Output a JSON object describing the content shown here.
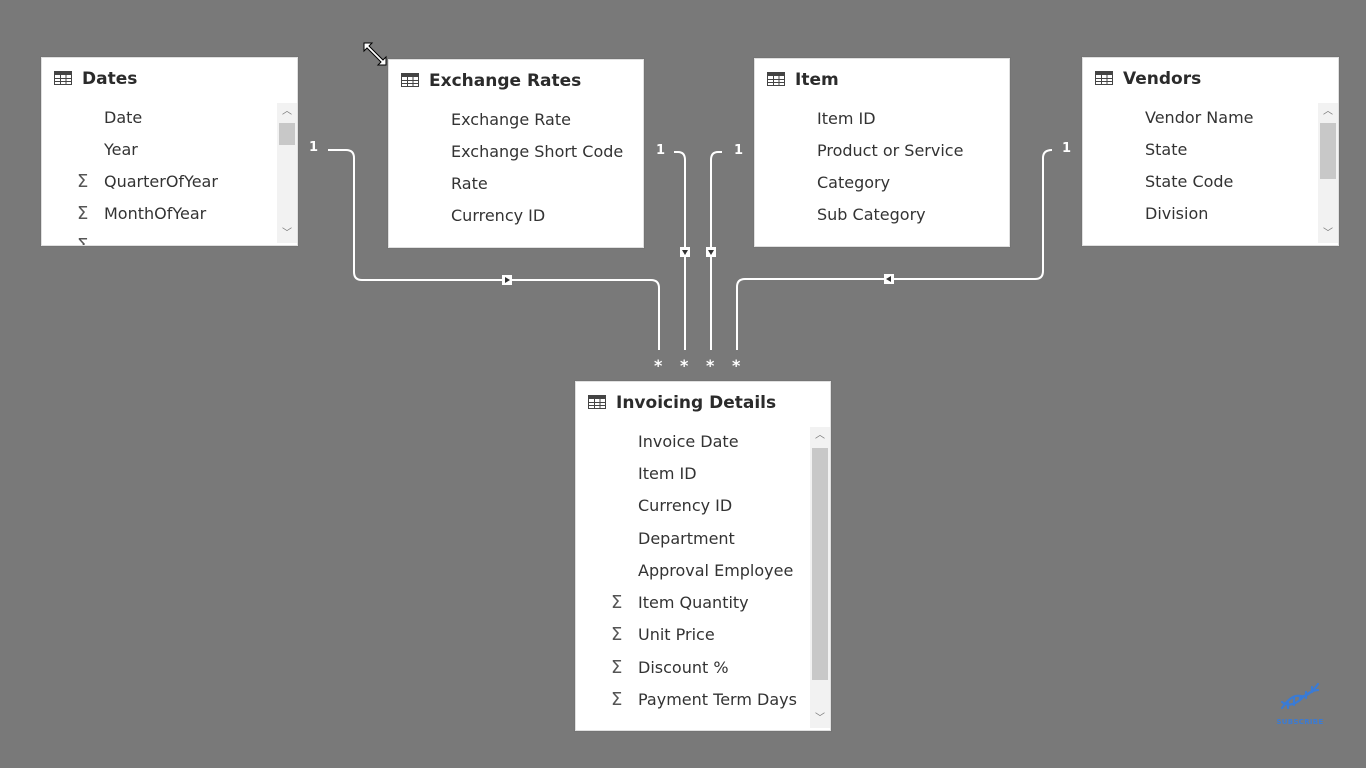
{
  "tables": {
    "dates": {
      "title": "Dates",
      "fields": [
        {
          "label": "Date",
          "sigma": false
        },
        {
          "label": "Year",
          "sigma": false
        },
        {
          "label": "QuarterOfYear",
          "sigma": true
        },
        {
          "label": "MonthOfYear",
          "sigma": true
        }
      ]
    },
    "exchange_rates": {
      "title": "Exchange Rates",
      "fields": [
        {
          "label": "Exchange Rate",
          "sigma": false
        },
        {
          "label": "Exchange Short Code",
          "sigma": false
        },
        {
          "label": "Rate",
          "sigma": false
        },
        {
          "label": "Currency ID",
          "sigma": false
        }
      ]
    },
    "item": {
      "title": "Item",
      "fields": [
        {
          "label": "Item ID",
          "sigma": false
        },
        {
          "label": "Product or Service",
          "sigma": false
        },
        {
          "label": "Category",
          "sigma": false
        },
        {
          "label": "Sub Category",
          "sigma": false
        }
      ]
    },
    "vendors": {
      "title": "Vendors",
      "fields": [
        {
          "label": "Vendor Name",
          "sigma": false
        },
        {
          "label": "State",
          "sigma": false
        },
        {
          "label": "State Code",
          "sigma": false
        },
        {
          "label": "Division",
          "sigma": false
        }
      ]
    },
    "invoicing_details": {
      "title": "Invoicing Details",
      "fields": [
        {
          "label": "Invoice Date",
          "sigma": false
        },
        {
          "label": "Item ID",
          "sigma": false
        },
        {
          "label": "Currency ID",
          "sigma": false
        },
        {
          "label": "Department",
          "sigma": false
        },
        {
          "label": "Approval Employee",
          "sigma": false
        },
        {
          "label": "Item Quantity",
          "sigma": true
        },
        {
          "label": "Unit Price",
          "sigma": true
        },
        {
          "label": "Discount %",
          "sigma": true
        },
        {
          "label": "Payment Term Days",
          "sigma": true
        }
      ]
    }
  },
  "relationships": {
    "one_label": "1",
    "many_label": "*"
  },
  "icons": {
    "table": "table-grid-icon",
    "sigma": "sigma-icon",
    "cursor": "resize-diagonal-cursor-icon",
    "logo": "subscribe-dna-icon"
  },
  "branding": {
    "subscribe_text": "SUBSCRIBE",
    "accent": "#3a7bd5"
  },
  "colors": {
    "canvas": "#797979",
    "card": "#ffffff",
    "line": "#ffffff"
  }
}
